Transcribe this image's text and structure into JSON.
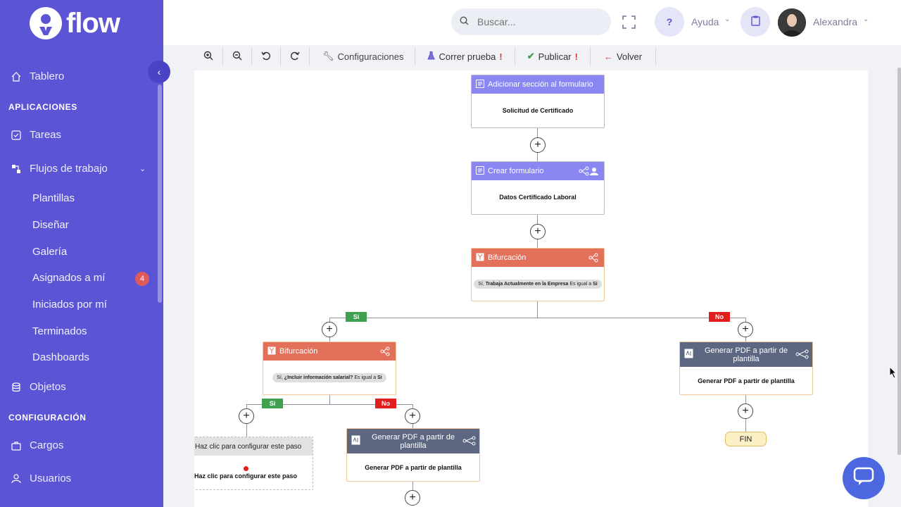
{
  "app": {
    "name": "flow"
  },
  "sidebar": {
    "top_item": "Tablero",
    "section_apps": "APLICACIONES",
    "tareas": "Tareas",
    "flujos": "Flujos de trabajo",
    "sub_items": [
      "Plantillas",
      "Diseñar",
      "Galería",
      "Asignados a mí",
      "Iniciados por mí",
      "Terminados",
      "Dashboards"
    ],
    "assigned_badge": "4",
    "objetos": "Objetos",
    "section_config": "CONFIGURACIÓN",
    "cargos": "Cargos",
    "usuarios": "Usuarios"
  },
  "header": {
    "search_placeholder": "Buscar...",
    "help_icon_text": "?",
    "help_label": "Ayuda",
    "user_name": "Alexandra"
  },
  "toolbar": {
    "configuraciones": "Configuraciones",
    "correr_prueba": "Correr prueba",
    "publicar": "Publicar",
    "volver": "Volver",
    "warn": "!"
  },
  "flow": {
    "node1": {
      "title": "Adicionar sección al formulario",
      "body": "Solicitud de Certificado"
    },
    "node2": {
      "title": "Crear formulario",
      "body": "Datos Certificado Laboral"
    },
    "node3": {
      "title": "Bifurcación",
      "cond_prefix": "Sí,",
      "cond_field": "Trabaja Actualmente en la Empresa",
      "cond_mid": "Es igual a",
      "cond_val": "Si"
    },
    "node4": {
      "title": "Bifurcación",
      "cond_prefix": "Sí,",
      "cond_field": "¿Incluir información salarial?",
      "cond_mid": "Es igual a",
      "cond_val": "Si"
    },
    "node5": {
      "title": "Generar PDF a partir de plantilla",
      "body": "Generar PDF a partir de plantilla"
    },
    "node6": {
      "title": "Generar PDF a partir de plantilla",
      "body": "Generar PDF a partir de plantilla"
    },
    "node7": {
      "title": "Haz clic para configurar este paso",
      "body": "Haz clic para configurar este paso"
    },
    "tag_si": "Si",
    "tag_no": "No",
    "fin": "FIN",
    "plus": "+"
  },
  "colors": {
    "sidebar": "#5b55d6",
    "purple_node": "#8a87f2",
    "orange_node": "#e2705a",
    "slate_node": "#5d6781",
    "si": "#3fa14f",
    "no": "#e01e1e"
  }
}
